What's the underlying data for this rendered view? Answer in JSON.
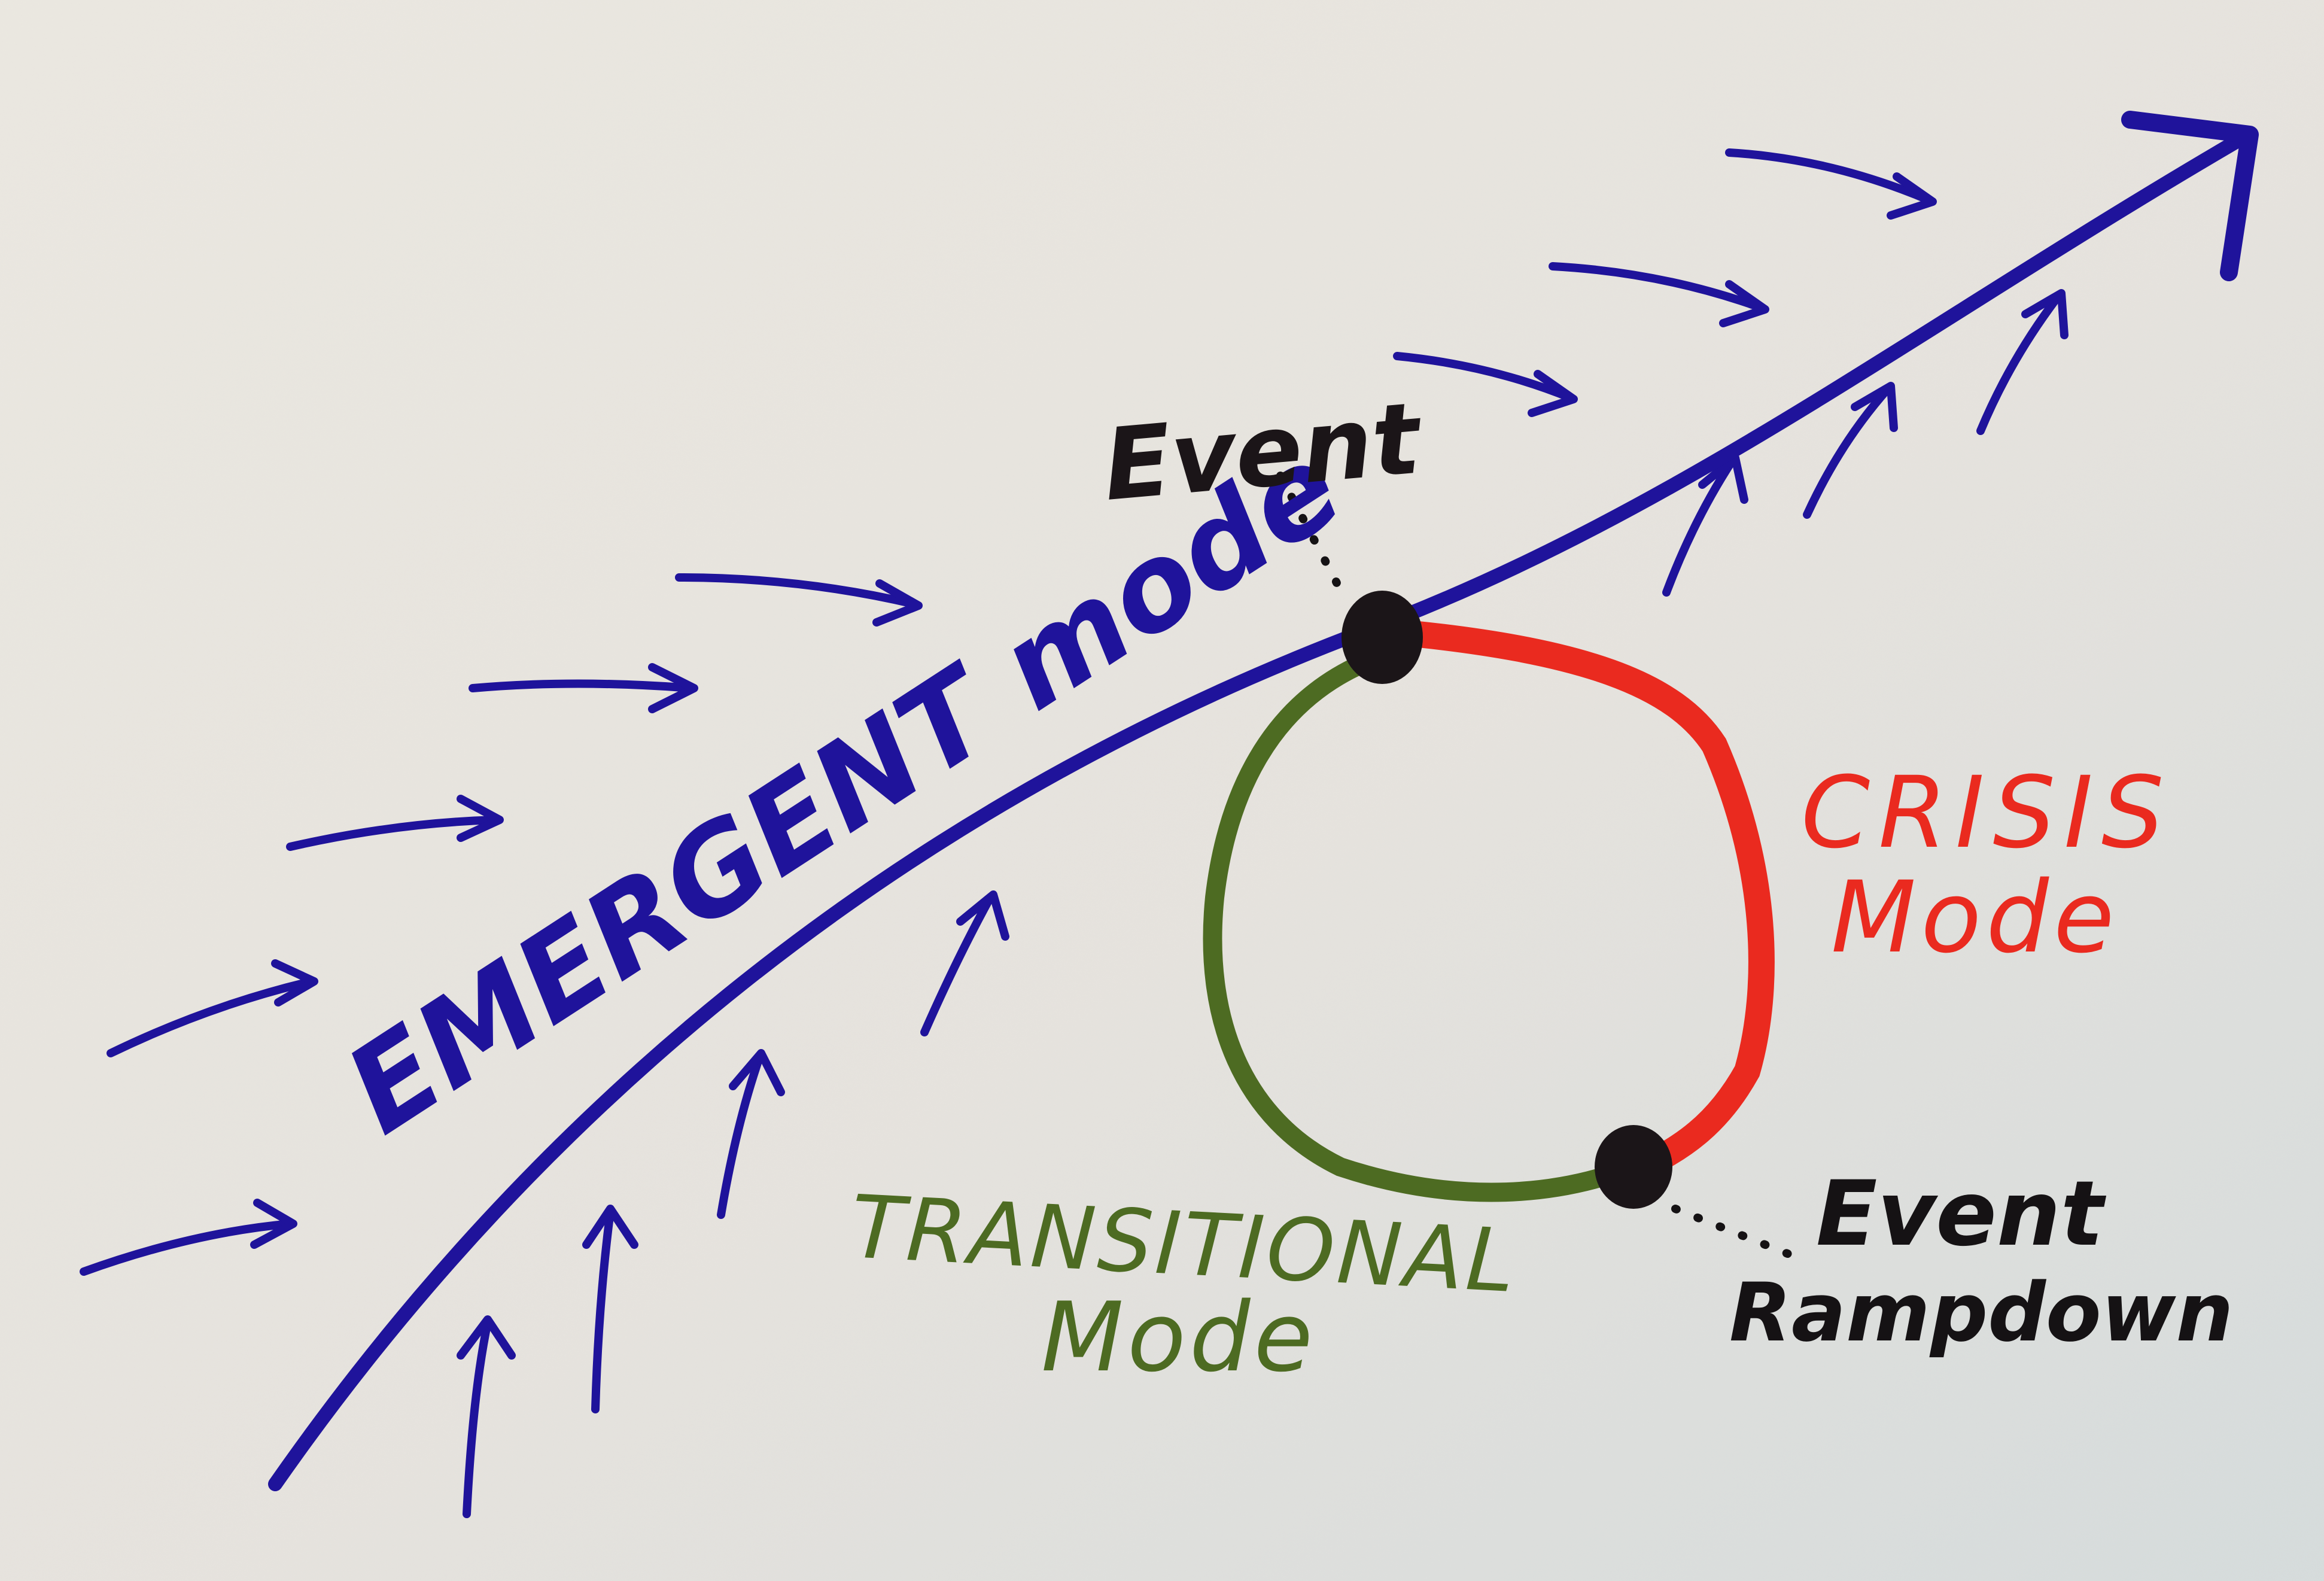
{
  "diagram": {
    "labels": {
      "emergent_mode": "EMERGENT mode",
      "event_top": "Event",
      "crisis_line1": "CRISIS",
      "crisis_line2": "Mode",
      "transitional_line1": "TRANSITIONAL",
      "transitional_line2": "Mode",
      "event_bottom_line1": "Event",
      "event_bottom_line2": "Rampdown"
    },
    "colors": {
      "paper": "#e9e6e0",
      "emergent": "#1f139b",
      "crisis": "#ea2a1f",
      "transitional": "#4d6b22",
      "event": "#1b1518",
      "ink_black": "#151214"
    },
    "icons": {
      "main_trajectory": "curved-arrow-icon",
      "flow_arrows": "small-arrow-icon",
      "event_markers": "dot-icon",
      "leaders": "dotted-leader-line"
    }
  }
}
